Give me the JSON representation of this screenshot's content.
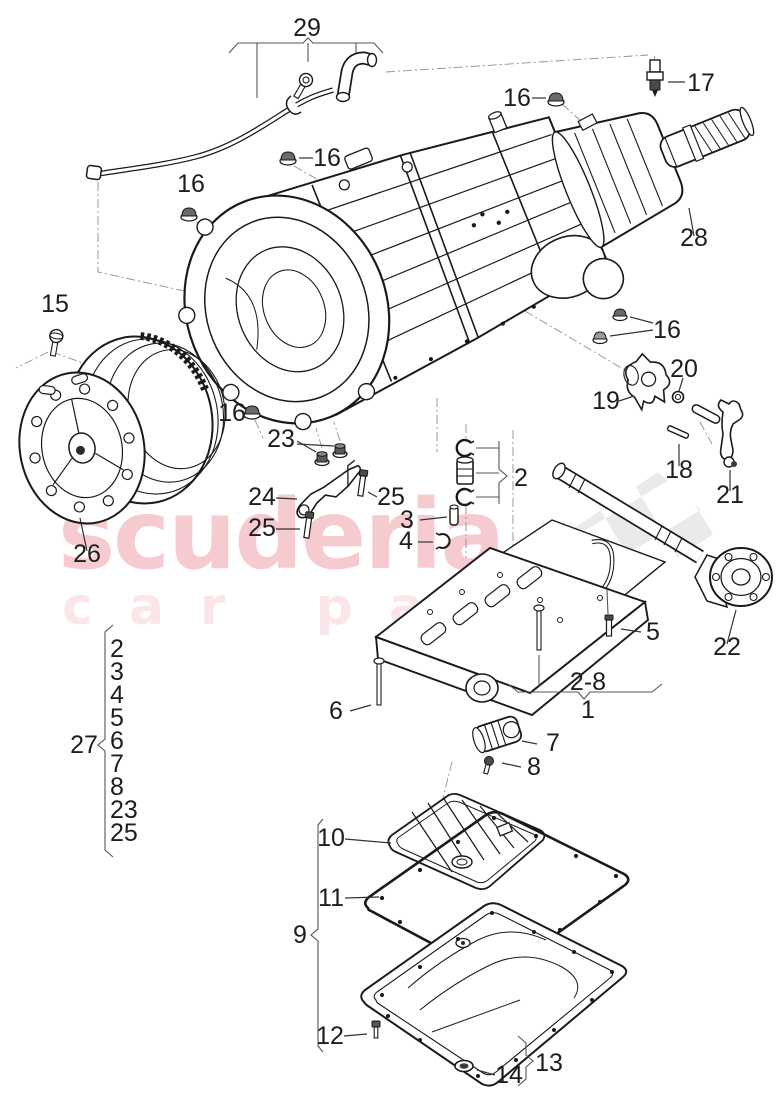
{
  "watermark": {
    "brand": "scuderia",
    "tagline": "car parts",
    "brand_color": "#E25763",
    "checker_color": "#eaeaea"
  },
  "diagram": {
    "line_color": "#1a1a1a",
    "labels": {
      "1": "1",
      "2": "2",
      "3": "3",
      "4": "4",
      "5": "5",
      "6": "6",
      "7": "7",
      "8": "8",
      "9": "9",
      "10": "10",
      "11": "11",
      "12": "12",
      "13": "13",
      "14": "14",
      "15": "15",
      "16": "16",
      "17": "17",
      "18": "18",
      "19": "19",
      "20": "20",
      "21": "21",
      "22": "22",
      "23": "23",
      "24": "24",
      "25": "25",
      "26": "26",
      "27": "27",
      "28": "28",
      "29": "29",
      "group_2_8": "2-8"
    },
    "group27_items": [
      "2",
      "3",
      "4",
      "5",
      "6",
      "7",
      "8",
      "23",
      "25"
    ]
  }
}
